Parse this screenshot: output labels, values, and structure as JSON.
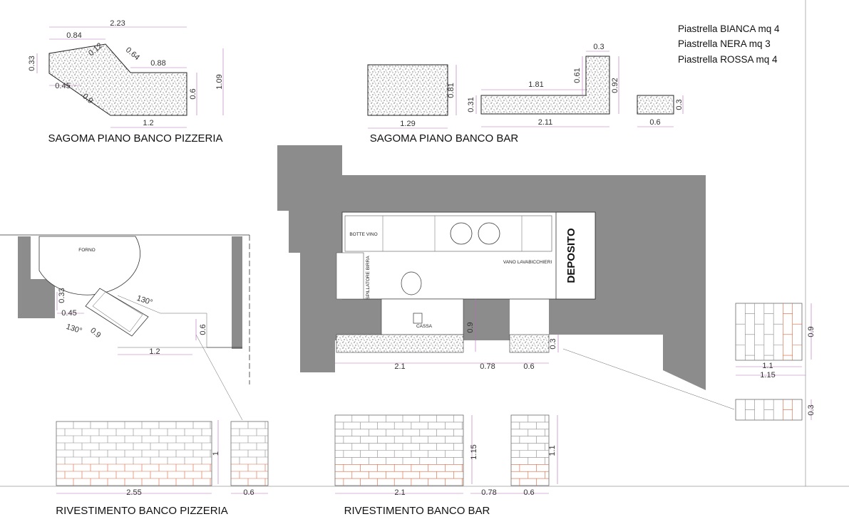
{
  "tile_notes": [
    "Piastrella BIANCA mq 4",
    "Piastrella NERA mq 3",
    "Piastrella ROSSA mq 4"
  ],
  "titles": {
    "pizzeria_top": "SAGOMA PIANO BANCO PIZZERIA",
    "bar_top": "SAGOMA PIANO BANCO BAR",
    "pizzeria_cladding": "RIVESTIMENTO BANCO PIZZERIA",
    "bar_cladding": "RIVESTIMENTO BANCO BAR"
  },
  "pizzeria_shape_dims": {
    "total": "2.23",
    "top_left": "0.84",
    "diag_small": "0.12",
    "diag": "0.64",
    "mid": "0.88",
    "left_h": "0.33",
    "low_left": "0.45",
    "low_diag": "0.9",
    "right_h": "0.6",
    "total_h": "1.09",
    "bottom": "1.2"
  },
  "bar_shape_dims": {
    "rect_w": "1.29",
    "rect_h": "0.81",
    "l_len": "1.81",
    "l_tip": "0.3",
    "l_arm": "0.61",
    "l_h": "0.92",
    "l_thick": "0.31",
    "l_total": "2.11",
    "small_w": "0.6",
    "small_h": "0.3"
  },
  "room_labels": {
    "forno": "FORNO",
    "deposito": "DEPOSITO",
    "botte_vino": "BOTTE VINO",
    "spillatore": "SPILLATORE BIRRA",
    "vano": "VANO LAVABICCHIERI",
    "cassa": "CASSA"
  },
  "plan_dims": {
    "p_033": "0.33",
    "p_045": "0.45",
    "p_130a": "130°",
    "p_130b": "130°",
    "p_09": "0.9",
    "p_06": "0.6",
    "p_12": "1.2",
    "b_09": "0.9",
    "b_21": "2.1",
    "b_078": "0.78",
    "b_06": "0.6",
    "b_03": "0.3"
  },
  "tile_panel_dims": {
    "w1": "1.1",
    "w2": "1.15",
    "h1": "0.9",
    "h2": "0.3"
  },
  "cladding_dims": {
    "pizz_w": "2.55",
    "pizz_h": "1",
    "pizz_side": "0.6",
    "bar_w": "2.1",
    "bar_h": "1.15",
    "bar_gap": "0.78",
    "bar_side_h": "1.1",
    "bar_side": "0.6"
  },
  "colors": {
    "dimension": "#b36ab8",
    "wall": "#8c8c8c",
    "red_brick": "#d9633a"
  }
}
